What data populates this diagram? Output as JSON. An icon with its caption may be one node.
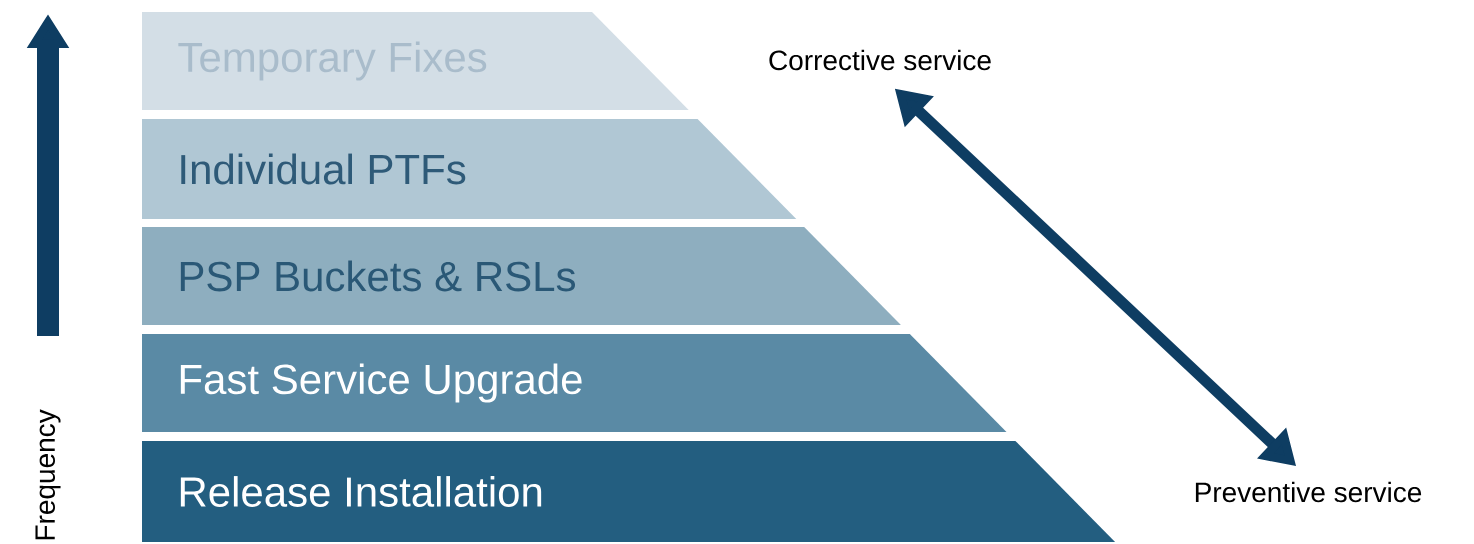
{
  "diagram": {
    "nodes": [
      {
        "text": [
          "Temporary Fixes"
        ]
      },
      {
        "text": [
          "Individual PTFs"
        ]
      },
      {
        "text": [
          "PSP Buckets & RSLs"
        ]
      },
      {
        "text": [
          "Fast Service Upgrade"
        ]
      },
      {
        "text": [
          "Release Installation"
        ]
      },
      {
        "text": [
          "Corrective service"
        ]
      },
      {
        "text": [
          "Preventive service"
        ]
      }
    ],
    "edges": [
      {
        "from": 5,
        "to": 6,
        "arrow": "both"
      }
    ],
    "labels": [
      "Frequency"
    ]
  }
}
